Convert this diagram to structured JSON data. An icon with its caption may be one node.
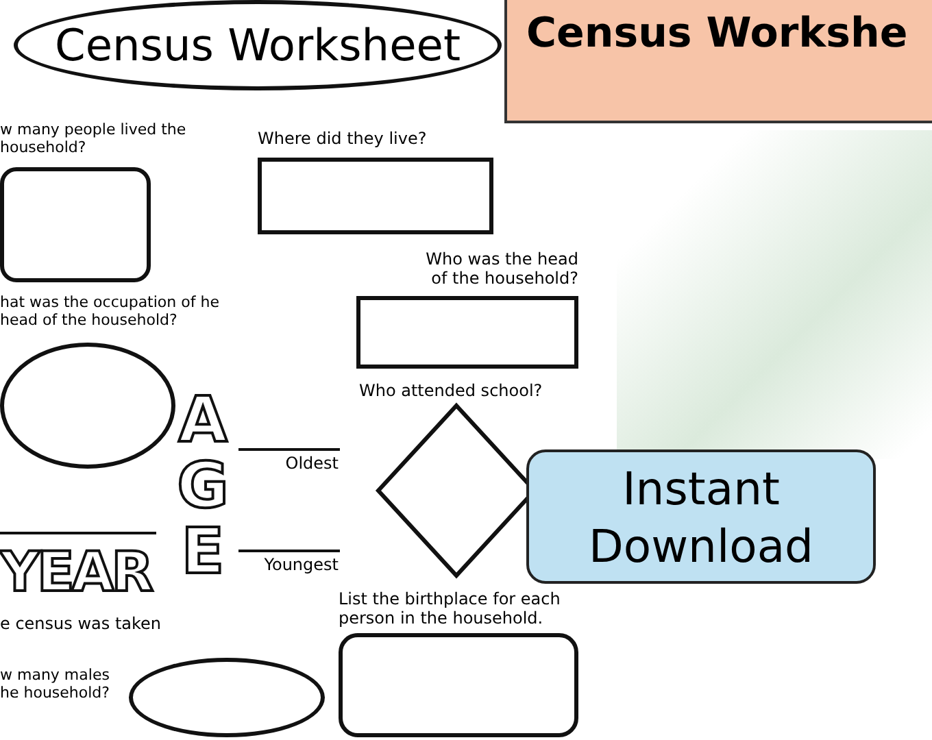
{
  "diagram": {
    "nodes": [
      {
        "text": [
          "Census Worksheet"
        ]
      },
      {
        "text": [
          "Census Workshe"
        ]
      },
      {
        "text": [
          "w many people lived the household?"
        ]
      },
      {
        "text": [
          "Where did they live?"
        ]
      },
      {
        "text": [
          "Who was the head of the household?"
        ]
      },
      {
        "text": [
          "hat was the occupation of he head of the household?"
        ]
      },
      {
        "text": [
          "Who attended school?"
        ]
      },
      {
        "text": [
          "Instant Download"
        ]
      },
      {
        "text": [
          "List the birthplace for each person in the household."
        ]
      },
      {
        "text": [
          "w many males he household?"
        ]
      }
    ],
    "labels": [
      "AGE",
      "Oldest",
      "Youngest",
      "YEAR",
      "e census was taken"
    ]
  }
}
